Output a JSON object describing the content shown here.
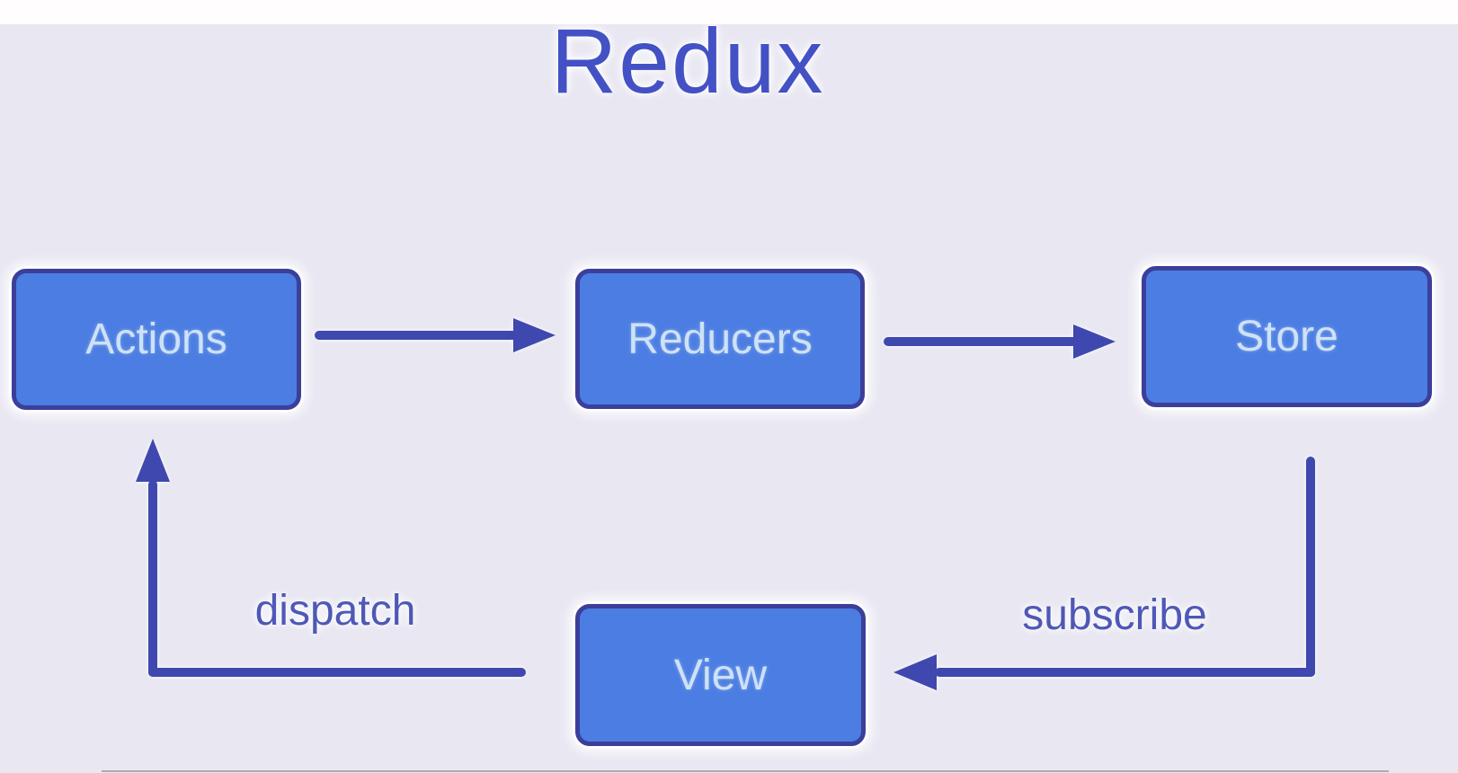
{
  "title": "Redux",
  "colors": {
    "background": "#e8e7f2",
    "top_band": "#fffdfe",
    "node_fill": "#4b7de2",
    "node_border": "#3b3f9a",
    "node_text": "#cde2f7",
    "arrow": "#3f48ae",
    "edge_label": "#4f58b6",
    "title_color": "#4351c5",
    "bottom_edge": "#a9a8b4"
  },
  "diagram": {
    "type": "flow-diagram",
    "nodes": [
      {
        "id": "actions",
        "label": "Actions"
      },
      {
        "id": "reducers",
        "label": "Reducers"
      },
      {
        "id": "store",
        "label": "Store"
      },
      {
        "id": "view",
        "label": "View"
      }
    ],
    "edges": [
      {
        "from": "actions",
        "to": "reducers",
        "label": ""
      },
      {
        "from": "reducers",
        "to": "store",
        "label": ""
      },
      {
        "from": "store",
        "to": "view",
        "label": "subscribe"
      },
      {
        "from": "view",
        "to": "actions",
        "label": "dispatch"
      }
    ]
  }
}
